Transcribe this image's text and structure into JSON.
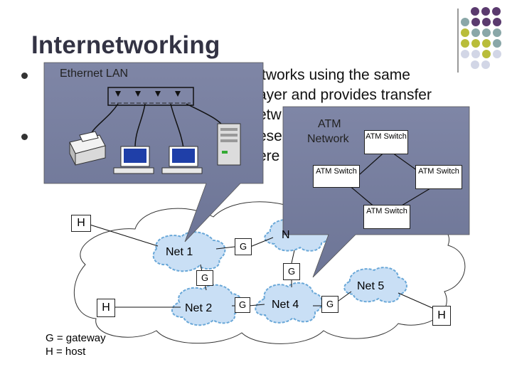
{
  "slide": {
    "title": "Internetworking",
    "bullet_line1": "tworks using the same",
    "bullet_line2": "ayer and provides transfer",
    "bullet_line3": "etw",
    "bullet_line4": "ese",
    "bullet_line5": "ere"
  },
  "ethernet_callout": {
    "label": "Ethernet LAN"
  },
  "atm_callout": {
    "label_line1": "ATM",
    "label_line2": "Network",
    "switch_top_right": "ATM Switch",
    "switch_left": "ATM Switch",
    "switch_right": "ATM Switch",
    "switch_bottom": "ATM Switch"
  },
  "diagram": {
    "host_top": "H",
    "host_left": "H",
    "host_right": "H",
    "net1": "Net 1",
    "net2": "Net 2",
    "net3_partial": "N",
    "net4": "Net 4",
    "net5": "Net 5",
    "gateway_1": "G",
    "gateway_2": "G",
    "gateway_3": "G",
    "gateway_4": "G",
    "gateway_5": "G"
  },
  "legend": {
    "line1": "G = gateway",
    "line2": "H = host"
  },
  "colors": {
    "purple": "#5a3a6e",
    "teal": "#8aa7a8",
    "olive": "#b9bd3a",
    "light": "#d2d6e6",
    "cloud_stroke": "#6aa8d8",
    "callout_fill": "#7f86a6"
  }
}
